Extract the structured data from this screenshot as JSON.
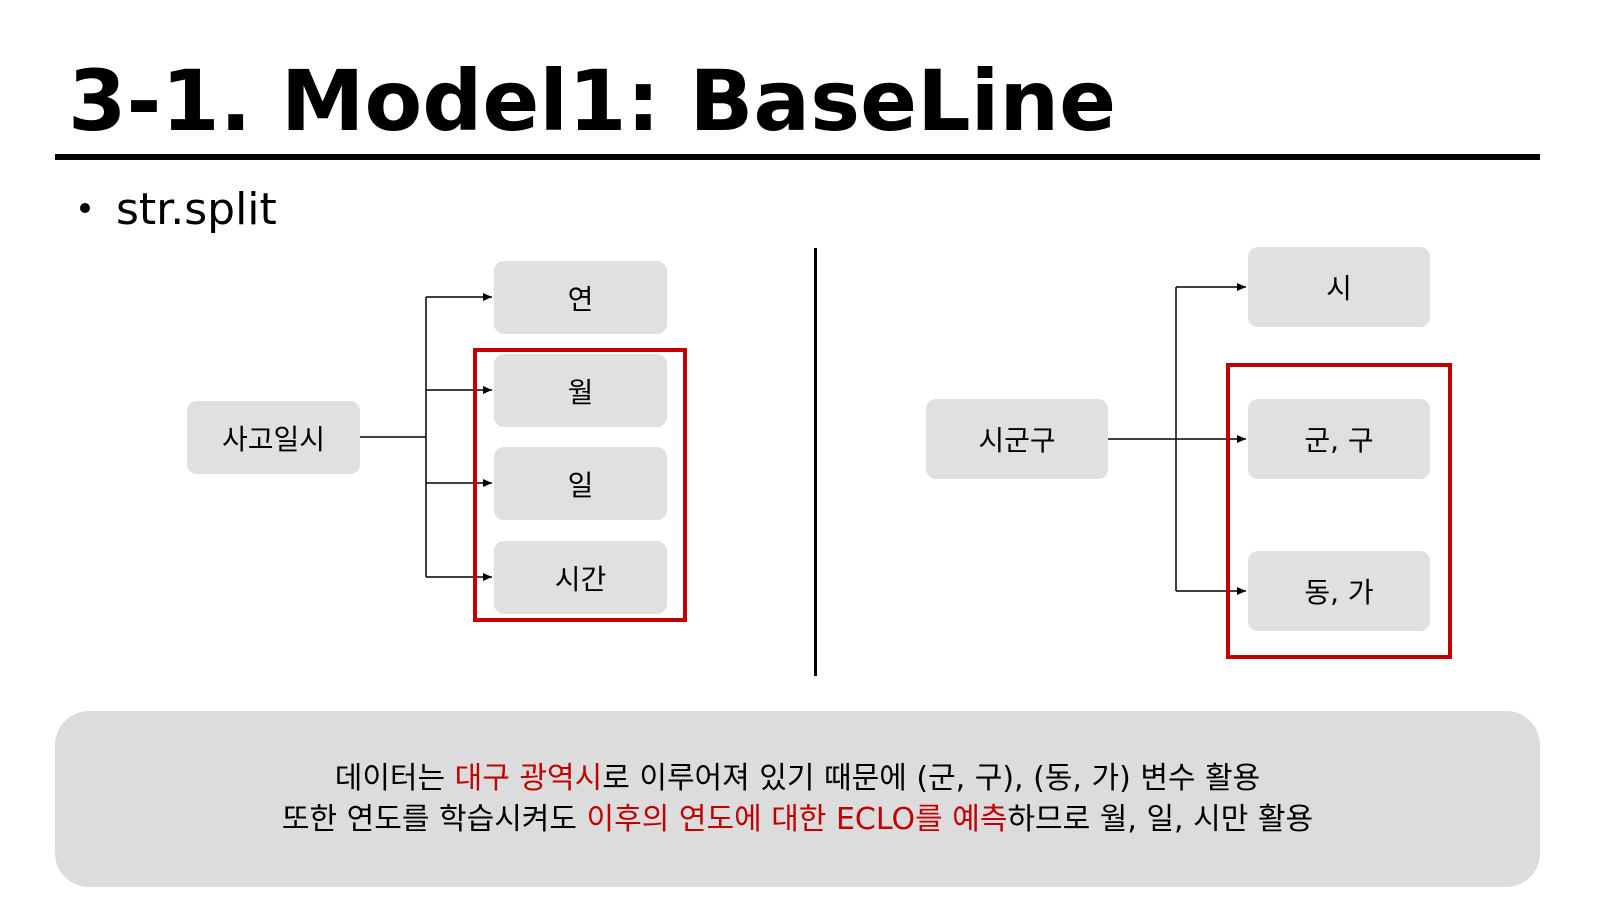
{
  "title": "3-1. Model1: BaseLine",
  "bullet": "str.split",
  "colors": {
    "highlight_border": "#c00000",
    "highlight_text": "#c00000",
    "box_fill": "#e0e0e0",
    "note_fill": "#dcdcdc"
  },
  "left_diagram": {
    "source": "사고일시",
    "targets": [
      "연",
      "월",
      "일",
      "시간"
    ]
  },
  "right_diagram": {
    "source": "시군구",
    "targets": [
      "시",
      "군, 구",
      "동, 가"
    ]
  },
  "note": {
    "line1": {
      "before": "데이터는 ",
      "highlight": "대구 광역시",
      "after": "로 이루어져 있기 때문에 (군, 구), (동, 가) 변수 활용"
    },
    "line2": {
      "before": "또한 연도를 학습시켜도 ",
      "highlight": "이후의 연도에 대한 ECLO를 예측",
      "after": "하므로 월, 일, 시만 활용"
    }
  }
}
